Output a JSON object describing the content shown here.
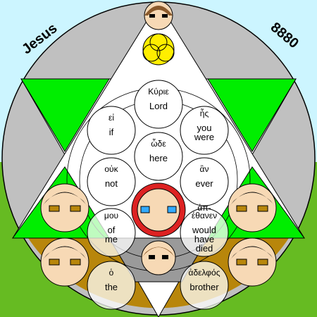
{
  "corners": {
    "left": "Jesus",
    "right": "8880"
  },
  "words": [
    {
      "greek": "Κύριε",
      "english": [
        "Lord"
      ]
    },
    {
      "greek": "εἰ",
      "english": [
        "if"
      ]
    },
    {
      "greek": "ἦς",
      "english": [
        "you",
        "were"
      ]
    },
    {
      "greek": "ὧδε",
      "english": [
        "here"
      ]
    },
    {
      "greek": "οὐκ",
      "english": [
        "not"
      ]
    },
    {
      "greek": "ἂν",
      "english": [
        "ever"
      ]
    },
    {
      "greek": "μου",
      "english": [
        "of",
        "me"
      ]
    },
    {
      "greek": "ἀπ-",
      "greek2": "έθανεν",
      "english": [
        "would",
        "have",
        "died"
      ]
    },
    {
      "greek": "ὁ",
      "english": [
        "the"
      ]
    },
    {
      "greek": "ἀδελφός",
      "english": [
        "brother"
      ]
    }
  ],
  "colors": {
    "sky": "#ccf5ff",
    "grass": "#66bb22",
    "disk": "#c0c0c0",
    "ground": "#b8860b",
    "triangle_green": "#00ee00",
    "face_skin": "#f7d9b5",
    "hair": "#000000",
    "halo": "#ffee00",
    "red_lens": "#dd2222"
  }
}
